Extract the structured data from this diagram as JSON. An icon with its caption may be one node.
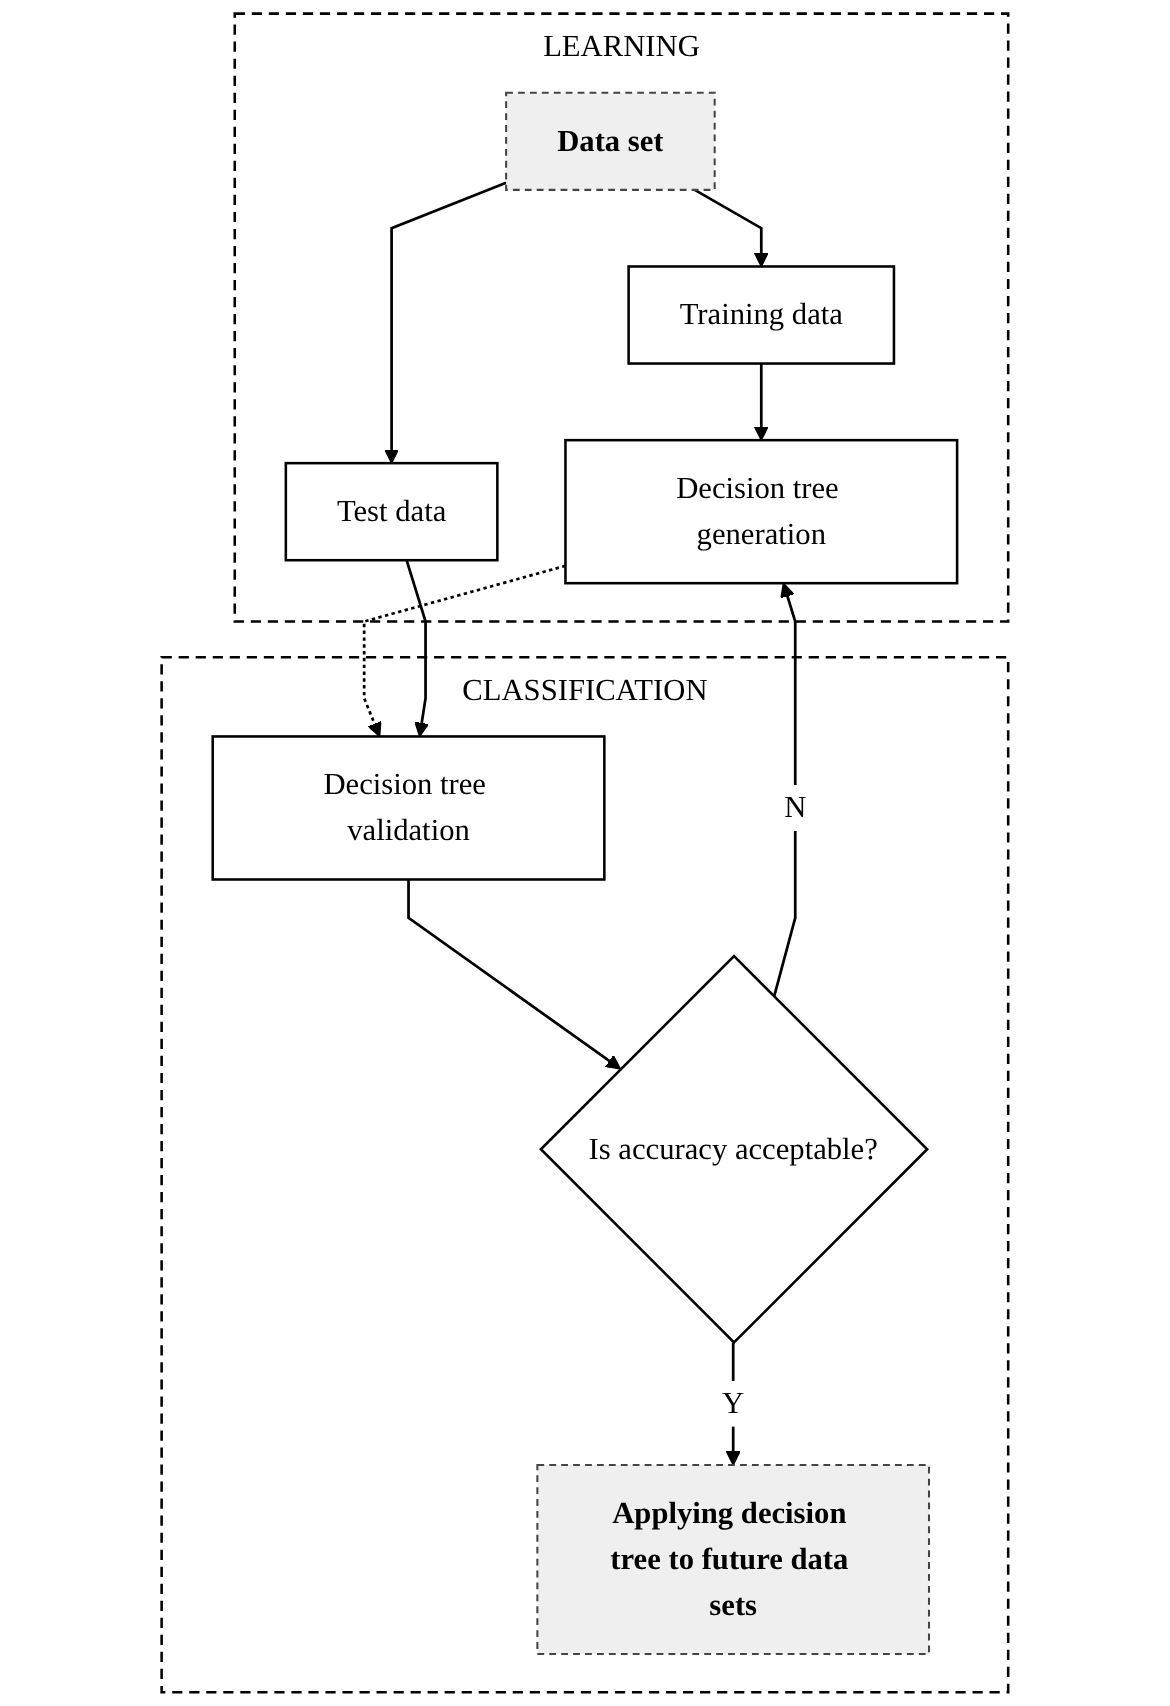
{
  "diagram": {
    "nodes": [
      {
        "text": [
          "LEARNING"
        ]
      },
      {
        "text": [
          "Data set"
        ],
        "in": 0
      },
      {
        "text": [
          "Training data"
        ],
        "in": 0
      },
      {
        "text": [
          "Test data"
        ],
        "in": 0
      },
      {
        "text": [
          "Decision tree generation"
        ],
        "in": 0
      },
      {
        "text": [
          "CLASSIFICATION"
        ]
      },
      {
        "text": [
          "Decision tree validation"
        ],
        "in": 5
      },
      {
        "text": [
          "Is accuracy acceptable?"
        ],
        "in": 5
      },
      {
        "text": [
          "Applying decision tree to future data sets"
        ],
        "in": 5
      }
    ],
    "edges": [
      {
        "from": 1,
        "to": 2,
        "arrow": "to"
      },
      {
        "from": 1,
        "to": 3,
        "arrow": "to"
      },
      {
        "from": 2,
        "to": 4,
        "arrow": "to"
      },
      {
        "from": 4,
        "to": 6,
        "arrow": "to",
        "style": "dashed"
      },
      {
        "from": 3,
        "to": 6,
        "arrow": "to"
      },
      {
        "from": 6,
        "to": 7,
        "arrow": "to"
      },
      {
        "from": 7,
        "to": 4,
        "arrow": "to",
        "label": "N"
      },
      {
        "from": 7,
        "to": 8,
        "arrow": "to",
        "label": "Y"
      }
    ]
  }
}
